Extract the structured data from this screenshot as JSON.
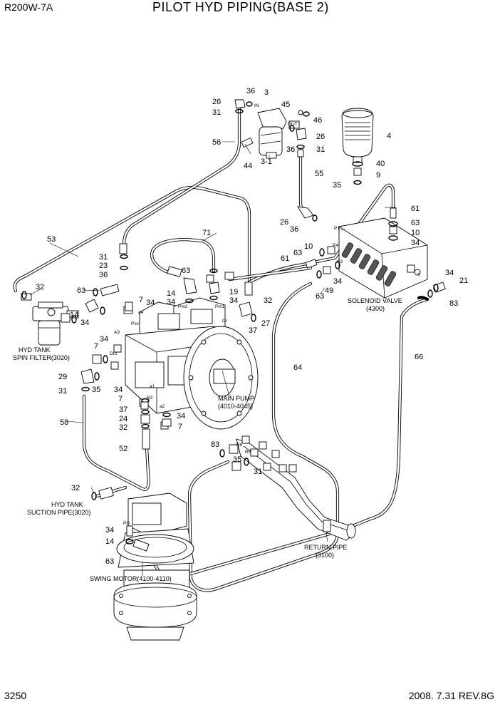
{
  "header": {
    "model": "R200W-7A",
    "title": "PILOT HYD PIPING(BASE 2)"
  },
  "footer": {
    "page_number": "3250",
    "revision": "2008. 7.31  REV.8G"
  },
  "captions": {
    "hyd_tank_spin_filter": [
      "HYD TANK",
      "SPIN FILTER(3020)"
    ],
    "main_pump": [
      "MAIN PUMP",
      "(4010-4045)"
    ],
    "solenoid_valve": [
      "SOLENOID VALVE",
      "(4300)"
    ],
    "hyd_tank_suction_pipe": [
      "HYD TANK",
      "SUCTION PIPE(3020)"
    ],
    "return_pipe": [
      "RETURN PIPE",
      "(3100)"
    ],
    "swing_motor": "SWING MOTOR(4100-4110)"
  },
  "ports": {
    "in": "IN",
    "out": "OUT",
    "p1": "P1",
    "p3": "P3",
    "p4": "P4",
    "psv": "Psv",
    "a3": "A3",
    "a4": "a4",
    "pm2": "Pm2",
    "pm1": "Pm1",
    "dr": "Dr",
    "dr2": "Dr2",
    "a1": "a1",
    "b3": "B3",
    "a2": "a2",
    "r6": "R6",
    "r5": "R5",
    "pg": "PG",
    "t": "T"
  },
  "callouts": [
    {
      "id": "c1",
      "text": "36"
    },
    {
      "id": "c2",
      "text": "3"
    },
    {
      "id": "c3",
      "text": "26"
    },
    {
      "id": "c4",
      "text": "31"
    },
    {
      "id": "c5",
      "text": "45"
    },
    {
      "id": "c6",
      "text": "46"
    },
    {
      "id": "c7",
      "text": "4"
    },
    {
      "id": "c8",
      "text": "56"
    },
    {
      "id": "c9",
      "text": "26"
    },
    {
      "id": "c10",
      "text": "36"
    },
    {
      "id": "c11",
      "text": "31"
    },
    {
      "id": "c12",
      "text": "44"
    },
    {
      "id": "c13",
      "text": "3-1"
    },
    {
      "id": "c14",
      "text": "40"
    },
    {
      "id": "c15",
      "text": "9"
    },
    {
      "id": "c16",
      "text": "55"
    },
    {
      "id": "c17",
      "text": "35"
    },
    {
      "id": "c18",
      "text": "61"
    },
    {
      "id": "c19",
      "text": "26"
    },
    {
      "id": "c20",
      "text": "36"
    },
    {
      "id": "c21",
      "text": "63"
    },
    {
      "id": "c22",
      "text": "10"
    },
    {
      "id": "c23",
      "text": "34"
    },
    {
      "id": "c24",
      "text": "71"
    },
    {
      "id": "c25",
      "text": "53"
    },
    {
      "id": "c26",
      "text": "31"
    },
    {
      "id": "c27",
      "text": "23"
    },
    {
      "id": "c28",
      "text": "36"
    },
    {
      "id": "c29",
      "text": "10"
    },
    {
      "id": "c30",
      "text": "63"
    },
    {
      "id": "c31",
      "text": "61"
    },
    {
      "id": "c32",
      "text": "63"
    },
    {
      "id": "c33",
      "text": "34"
    },
    {
      "id": "c34",
      "text": "21"
    },
    {
      "id": "c35",
      "text": "63"
    },
    {
      "id": "c36",
      "text": "49"
    },
    {
      "id": "c37",
      "text": "34"
    },
    {
      "id": "c38",
      "text": "83"
    },
    {
      "id": "c39",
      "text": "32"
    },
    {
      "id": "c40",
      "text": "63"
    },
    {
      "id": "c41",
      "text": "7"
    },
    {
      "id": "c42",
      "text": "34"
    },
    {
      "id": "c43",
      "text": "14"
    },
    {
      "id": "c44",
      "text": "34"
    },
    {
      "id": "c45",
      "text": "19"
    },
    {
      "id": "c46",
      "text": "34"
    },
    {
      "id": "c47",
      "text": "32"
    },
    {
      "id": "c48",
      "text": "14"
    },
    {
      "id": "c49",
      "text": "34"
    },
    {
      "id": "c50",
      "text": "27"
    },
    {
      "id": "c51",
      "text": "37"
    },
    {
      "id": "c52",
      "text": "34"
    },
    {
      "id": "c53",
      "text": "7"
    },
    {
      "id": "c54",
      "text": "64"
    },
    {
      "id": "c55",
      "text": "66"
    },
    {
      "id": "c56",
      "text": "29"
    },
    {
      "id": "c57",
      "text": "31"
    },
    {
      "id": "c58",
      "text": "35"
    },
    {
      "id": "c59",
      "text": "34"
    },
    {
      "id": "c60",
      "text": "7"
    },
    {
      "id": "c61",
      "text": "37"
    },
    {
      "id": "c62",
      "text": "24"
    },
    {
      "id": "c63",
      "text": "32"
    },
    {
      "id": "c64",
      "text": "34"
    },
    {
      "id": "c65",
      "text": "7"
    },
    {
      "id": "c66",
      "text": "58"
    },
    {
      "id": "c67",
      "text": "52"
    },
    {
      "id": "c68",
      "text": "83"
    },
    {
      "id": "c69",
      "text": "35"
    },
    {
      "id": "c70",
      "text": "31"
    },
    {
      "id": "c71",
      "text": "32"
    },
    {
      "id": "c72",
      "text": "34"
    },
    {
      "id": "c73",
      "text": "14"
    },
    {
      "id": "c74",
      "text": "63"
    }
  ]
}
